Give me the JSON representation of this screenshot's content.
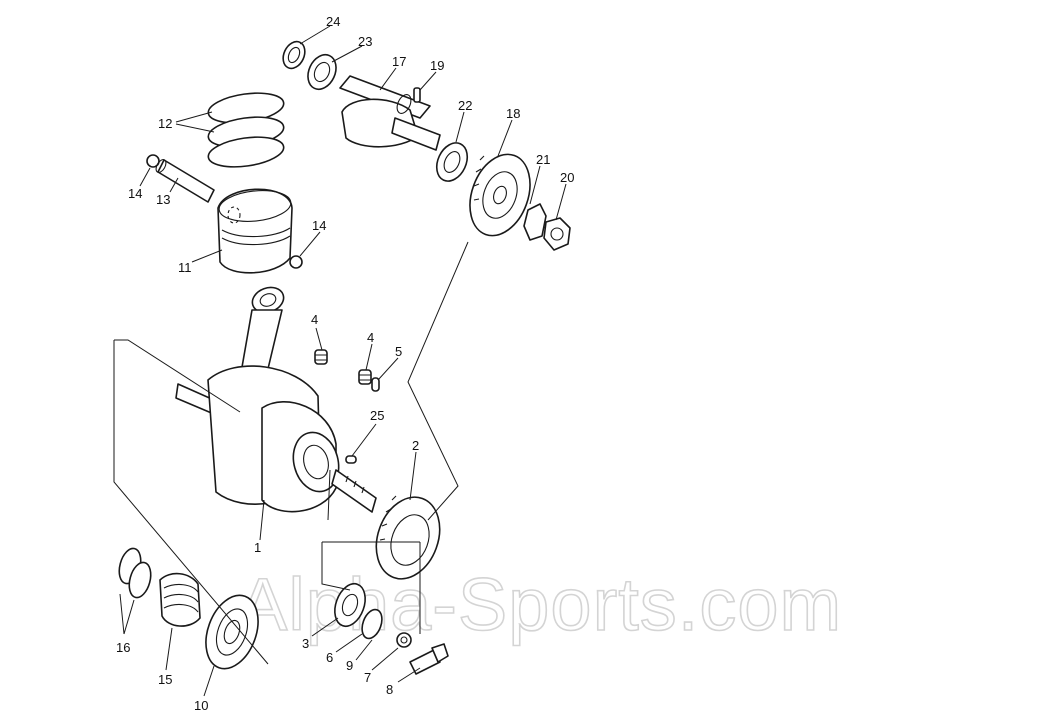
{
  "watermark": "Alpha-Sports.com",
  "callouts": {
    "c1": "1",
    "c2": "2",
    "c3": "3",
    "c4a": "4",
    "c4b": "4",
    "c5": "5",
    "c6": "6",
    "c7": "7",
    "c8": "8",
    "c9": "9",
    "c10": "10",
    "c11": "11",
    "c12": "12",
    "c13": "13",
    "c14a": "14",
    "c14b": "14",
    "c15": "15",
    "c16": "16",
    "c17": "17",
    "c18": "18",
    "c19": "19",
    "c20": "20",
    "c21": "21",
    "c22": "22",
    "c23": "23",
    "c24": "24",
    "c25": "25"
  }
}
